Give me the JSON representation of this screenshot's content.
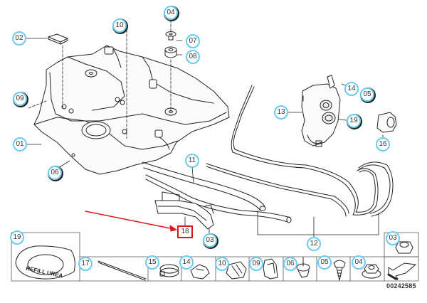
{
  "diagram": {
    "title": "Urea tank / SCR tank assembly parts diagram",
    "document_number": "00242585",
    "highlighted_part": "18",
    "ring_label": "REFILL UREA",
    "colors": {
      "callout_border": "#6ccbef",
      "highlight": "#e0141b",
      "line": "#222222"
    },
    "callouts": {
      "c01": "01",
      "c02": "02",
      "c03": "03",
      "c04": "04",
      "c05": "05",
      "c06": "06",
      "c07": "07",
      "c08": "08",
      "c09": "09",
      "c10": "10",
      "c11": "11",
      "c12": "12",
      "c13": "13",
      "c14": "14",
      "c16": "16",
      "c18": "18",
      "c19": "19"
    },
    "parts_table": [
      {
        "number": "19",
        "name": "refill-urea-ring"
      },
      {
        "number": "17",
        "name": "cable-tie"
      },
      {
        "number": "15",
        "name": "hose-clamp"
      },
      {
        "number": "14",
        "name": "clip"
      },
      {
        "number": "10",
        "name": "clip-nut"
      },
      {
        "number": "09",
        "name": "holder-clip"
      },
      {
        "number": "06",
        "name": "stud-grommet"
      },
      {
        "number": "05",
        "name": "screw"
      },
      {
        "number": "04",
        "name": "flange-nut"
      },
      {
        "number": "03",
        "name": "hex-nut"
      }
    ]
  }
}
